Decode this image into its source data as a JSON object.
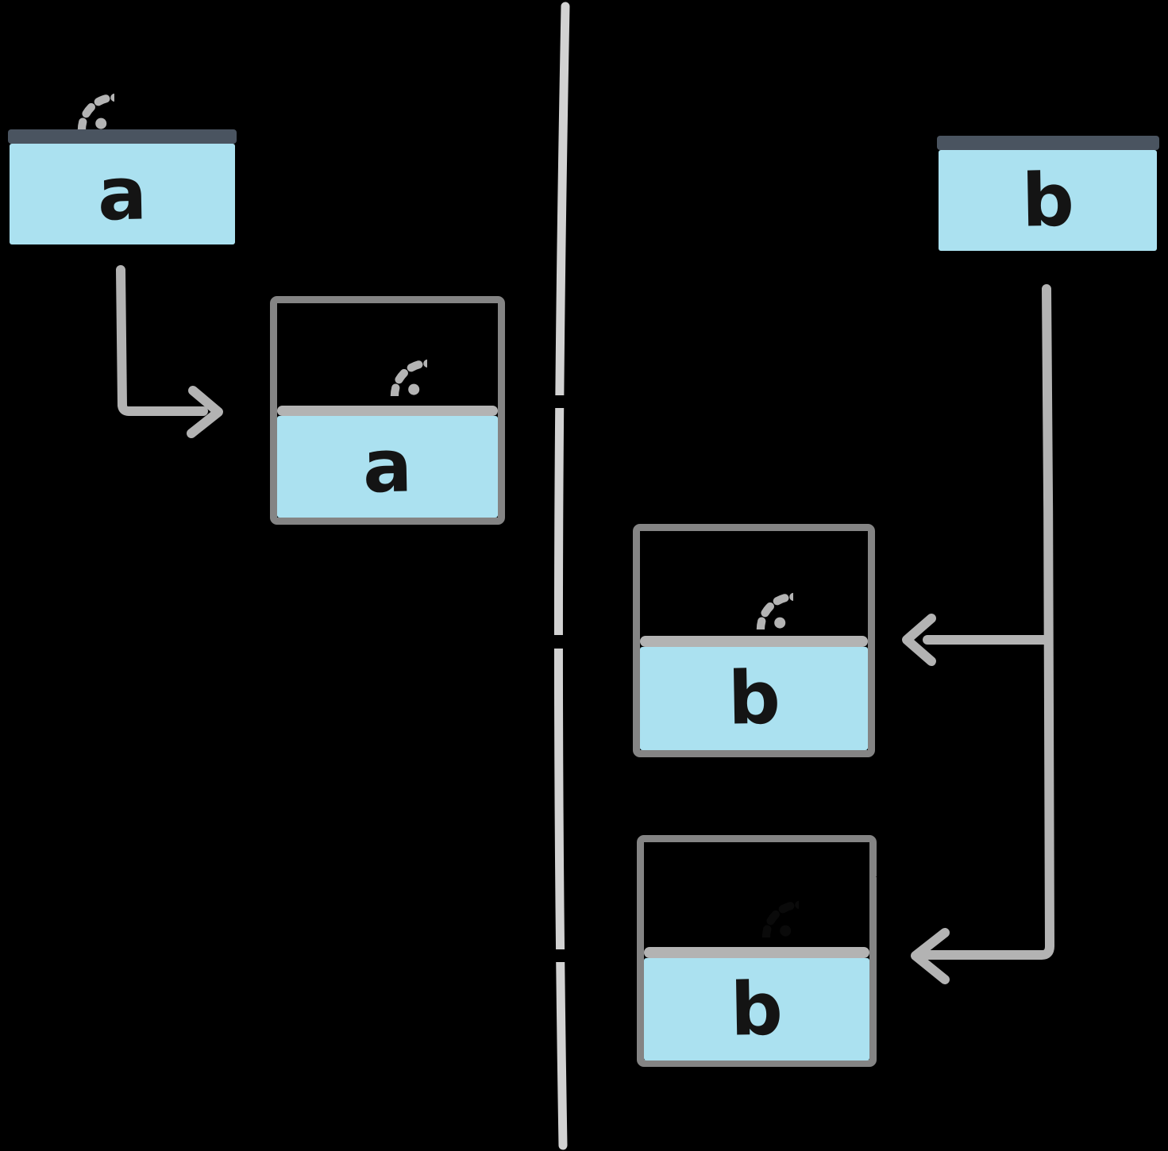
{
  "boxes": {
    "client_a": {
      "label": "a",
      "icon": "dotted-face-icon"
    },
    "request_a": {
      "label": "a",
      "icon": "dotted-face-icon",
      "burst": "burst-icon"
    },
    "client_b": {
      "label": "b"
    },
    "request_b": {
      "label": "b",
      "icon": "dotted-face-icon"
    },
    "request_b_retry": {
      "label": "b",
      "icon": "dotted-face-icon",
      "burst": "burst-icon"
    }
  },
  "connectors": {
    "timeline": {
      "style": "vertical-line",
      "color": "#d2d2d2",
      "gap_count": 3
    },
    "arrow_a": {
      "from": "client_a",
      "to": "request_a",
      "color": "#b3b3b3"
    },
    "arrow_b_down": {
      "from": "client_b",
      "to": "request_b_retry",
      "color": "#b3b3b3"
    },
    "arrow_b_branch": {
      "from": "client_b",
      "to": "request_b",
      "color": "#b3b3b3"
    }
  },
  "colors": {
    "background": "#000000",
    "box_fill": "#abe1f0",
    "dark_divider": "#4a5460",
    "light_divider": "#b3b3b3",
    "box_border": "#848484",
    "icon_gray": "#b4b4b4",
    "letter": "#141414",
    "burst": "#000000"
  }
}
